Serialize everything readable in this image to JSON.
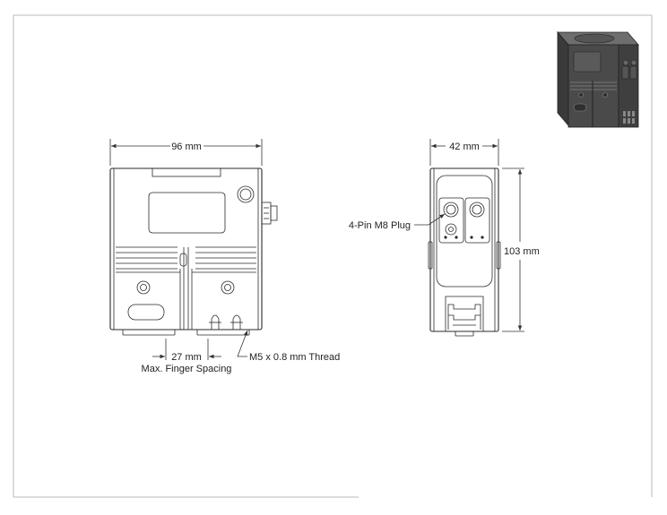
{
  "drawing": {
    "front_view": {
      "width_label": "96 mm",
      "finger_spacing_label": "27 mm",
      "finger_spacing_caption": "Max. Finger Spacing",
      "thread_label": "M5 x 0.8 mm Thread"
    },
    "side_view": {
      "width_label": "42 mm",
      "height_label": "103 mm",
      "plug_label": "4-Pin M8 Plug"
    }
  },
  "colors": {
    "line": "#2a2a2a",
    "frame": "#b8b8b8",
    "iso_body": "#4a4a4a",
    "iso_top": "#6e6e6e",
    "iso_side": "#3a3a3a"
  },
  "icons": {
    "iso_preview": "gripper-isometric-icon"
  }
}
